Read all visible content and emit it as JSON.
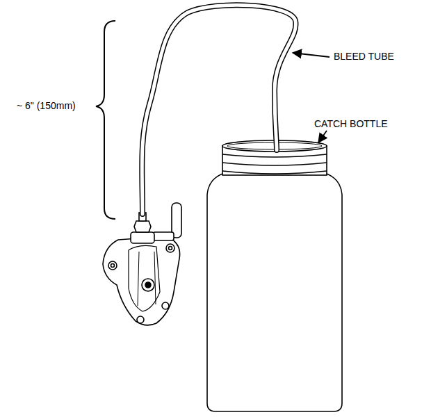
{
  "diagram": {
    "labels": [
      "~ 6\" (150mm)",
      "BLEED TUBE",
      "CATCH BOTTLE"
    ]
  }
}
